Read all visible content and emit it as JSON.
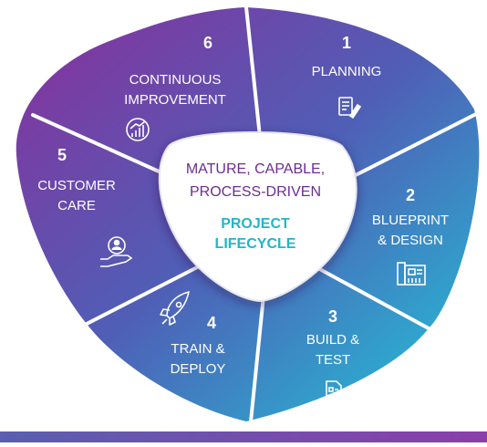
{
  "colors": {
    "purple": "#8a2f9c",
    "blue": "#4a62b6",
    "teal": "#23c4d6",
    "center_text": "#6b2d8f",
    "center_accent": "#27b3c8"
  },
  "center": {
    "line1": "MATURE, CAPABLE,",
    "line2": "PROCESS-DRIVEN",
    "line3": "PROJECT",
    "line4": "LIFECYCLE"
  },
  "segments": [
    {
      "number": "1",
      "lines": [
        "PLANNING"
      ],
      "icon": "document-edit-icon"
    },
    {
      "number": "2",
      "lines": [
        "BLUEPRINT",
        "& DESIGN"
      ],
      "icon": "blueprint-icon"
    },
    {
      "number": "3",
      "lines": [
        "BUILD &",
        "TEST"
      ],
      "icon": "checklist-icon"
    },
    {
      "number": "4",
      "lines": [
        "TRAIN &",
        "DEPLOY"
      ],
      "icon": "rocket-icon"
    },
    {
      "number": "5",
      "lines": [
        "CUSTOMER",
        "CARE"
      ],
      "icon": "hand-user-icon"
    },
    {
      "number": "6",
      "lines": [
        "CONTINUOUS",
        "IMPROVEMENT"
      ],
      "icon": "growth-chart-icon"
    }
  ]
}
